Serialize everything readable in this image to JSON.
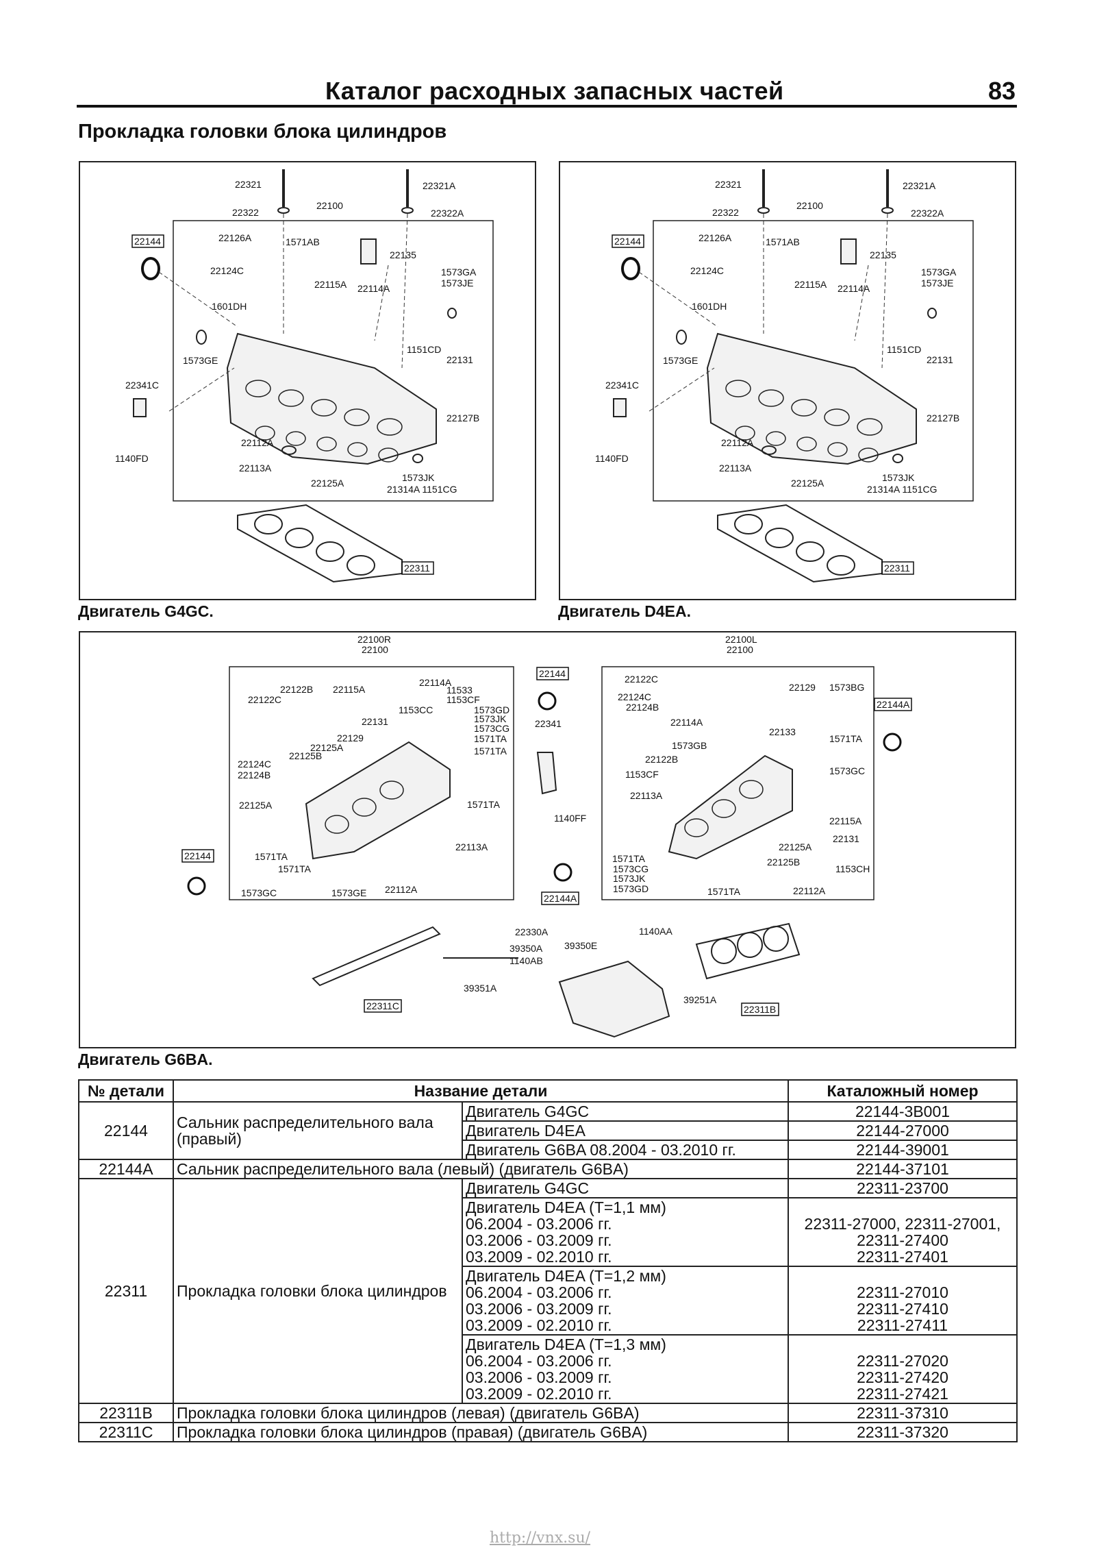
{
  "header": {
    "title": "Каталог расходных запасных частей",
    "page_number": "83"
  },
  "section_title": "Прокладка головки блока цилиндров",
  "diagrams": {
    "g4gc": {
      "caption": "Двигатель G4GC.",
      "labels": [
        "22321",
        "22321A",
        "22322",
        "22322A",
        "22100",
        "22144",
        "22126A",
        "1571AB",
        "22135",
        "22124C",
        "22115A",
        "22114A",
        "1573GA",
        "1573JE",
        "1601DH",
        "1573GE",
        "1151CD",
        "22131",
        "22341C",
        "22127B",
        "22112A",
        "1140FD",
        "22113A",
        "22125A",
        "1573JK",
        "21314A 1151CG",
        "22311"
      ]
    },
    "d4ea": {
      "caption": "Двигатель D4EA.",
      "labels": [
        "22321",
        "22321A",
        "22322",
        "22322A",
        "22100",
        "22144",
        "22126A",
        "1571AB",
        "22135",
        "22124C",
        "22115A",
        "22114A",
        "1573GA",
        "1573JE",
        "1601DH",
        "1573GE",
        "1151CD",
        "22131",
        "22341C",
        "22127B",
        "22112A",
        "1140FD",
        "22113A",
        "22125A",
        "1573JK",
        "21314A 1151CG",
        "22311"
      ]
    },
    "g6ba": {
      "caption": "Двигатель G6BA.",
      "left_labels": [
        "22100R",
        "22100",
        "22122B",
        "22115A",
        "22114A",
        "11533",
        "1153CF",
        "22122C",
        "1153CC",
        "1573GD",
        "1573JK",
        "1573CG",
        "22131",
        "1571TA",
        "1571TA",
        "22129",
        "22125A",
        "22125B",
        "22124C",
        "22124B",
        "22125A",
        "1571TA",
        "22113A",
        "1571TA",
        "1571TA",
        "1573GC",
        "1573GE",
        "22112A",
        "22144"
      ],
      "middle_labels": [
        "22144",
        "22341",
        "1140FF",
        "22144A"
      ],
      "right_labels": [
        "22100L",
        "22100",
        "22122C",
        "22129",
        "1573BG",
        "22124C",
        "22124B",
        "22144A",
        "22114A",
        "22133",
        "1571TA",
        "1573GB",
        "22122B",
        "1573GC",
        "1153CF",
        "22113A",
        "22115A",
        "22131",
        "22125A",
        "1571TA",
        "22125B",
        "1153CH",
        "1573CG",
        "1573JK",
        "1573GD",
        "1571TA",
        "22112A"
      ],
      "bottom_labels": [
        "22330A",
        "39350A",
        "39350E",
        "1140AB",
        "1140AA",
        "39351A",
        "39251A",
        "22311C",
        "22311B"
      ]
    }
  },
  "table": {
    "headers": [
      "№ детали",
      "Название детали",
      "Каталожный номер"
    ],
    "rows": {
      "r22144": {
        "num": "22144",
        "name": "Сальник распределительного вала (правый)",
        "v1": "Двигатель G4GC",
        "c1": "22144-3B001",
        "v2": "Двигатель D4EA",
        "c2": "22144-27000",
        "v3": "Двигатель G6BA 08.2004 - 03.2010 гг.",
        "c3": "22144-39001"
      },
      "r22144A": {
        "num": "22144A",
        "name": "Сальник распределительного вала (левый) (двигатель G6BA)",
        "code": "22144-37101"
      },
      "r22311": {
        "num": "22311",
        "name": "Прокладка головки блока цилиндров",
        "v1": "Двигатель G4GC",
        "c1": "22311-23700",
        "v2": "Двигатель D4EA (Т=1,1 мм)\n06.2004 - 03.2006 гг.\n03.2006 - 03.2009 гг.\n03.2009 - 02.2010 гг.",
        "c2": "\n22311-27000, 22311-27001,\n22311-27400\n22311-27401",
        "v3": "Двигатель D4EA (Т=1,2 мм)\n06.2004 - 03.2006 гг.\n03.2006 - 03.2009 гг.\n03.2009 - 02.2010 гг.",
        "c3": "\n22311-27010\n22311-27410\n22311-27411",
        "v4": "Двигатель D4EA (Т=1,3 мм)\n06.2004 - 03.2006 гг.\n03.2006 - 03.2009 гг.\n03.2009 - 02.2010 гг.",
        "c4": "\n22311-27020\n22311-27420\n22311-27421"
      },
      "r22311B": {
        "num": "22311B",
        "name": "Прокладка головки блока цилиндров (левая) (двигатель G6BA)",
        "code": "22311-37310"
      },
      "r22311C": {
        "num": "22311C",
        "name": "Прокладка головки блока цилиндров (правая) (двигатель G6BA)",
        "code": "22311-37320"
      }
    }
  },
  "watermark": "http://vnx.su/"
}
